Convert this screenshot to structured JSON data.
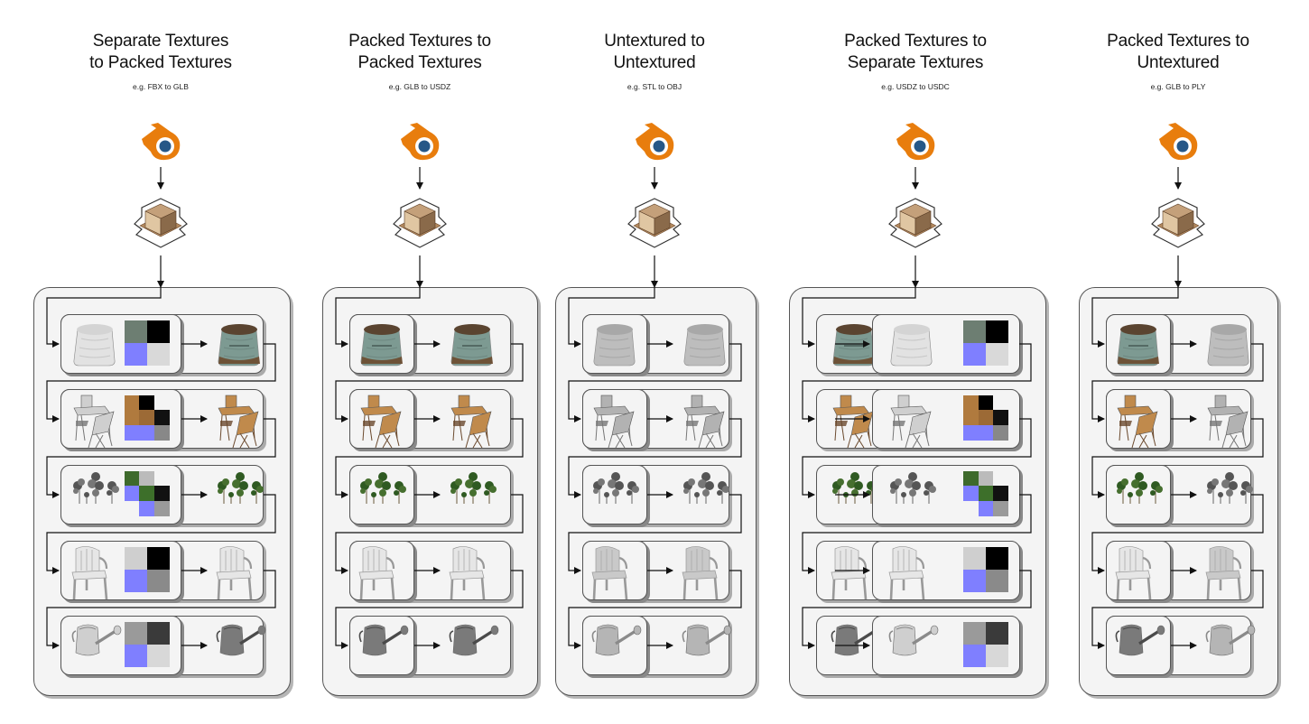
{
  "diagram": {
    "columns": [
      {
        "id": "separate-to-packed",
        "title_line1": "Separate Textures",
        "title_line2": "to Packed Textures",
        "example": "e.g. FBX to GLB",
        "input_format": "separate-textures",
        "output_format": "packed-textures"
      },
      {
        "id": "packed-to-packed",
        "title_line1": "Packed Textures to",
        "title_line2": "Packed Textures",
        "example": "e.g. GLB to USDZ",
        "input_format": "packed-textures",
        "output_format": "packed-textures"
      },
      {
        "id": "untextured-to-untextured",
        "title_line1": "Untextured to",
        "title_line2": "Untextured",
        "example": "e.g. STL to OBJ",
        "input_format": "untextured",
        "output_format": "untextured"
      },
      {
        "id": "packed-to-separate",
        "title_line1": "Packed Textures to",
        "title_line2": "Separate Textures",
        "example": "e.g. USDZ to USDC",
        "input_format": "packed-textures",
        "output_format": "separate-textures"
      },
      {
        "id": "packed-to-untextured",
        "title_line1": "Packed Textures to",
        "title_line2": "Untextured",
        "example": "e.g. GLB to PLY",
        "input_format": "packed-textures",
        "output_format": "untextured"
      }
    ],
    "pipeline_icons": [
      "blender-logo-icon",
      "package-box-icon"
    ],
    "assets": [
      "sack",
      "bistro-table-chairs",
      "plants",
      "plastic-chair",
      "watering-can"
    ],
    "colors": {
      "blender_orange": "#e87d0d",
      "blender_blue": "#265787",
      "container_fill": "#f4f4f4",
      "border": "#555555",
      "normal_map": "#7f7fff"
    }
  }
}
